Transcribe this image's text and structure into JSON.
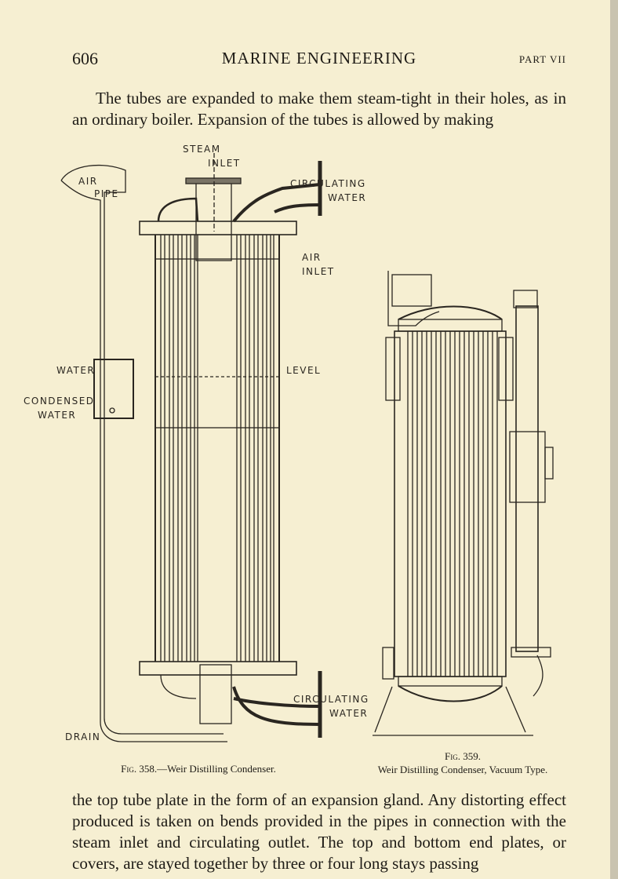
{
  "header": {
    "page_number": "606",
    "running_title": "MARINE ENGINEERING",
    "part": "PART VII"
  },
  "body": {
    "para_top": "The tubes are expanded to make them steam-tight in their holes, as in an ordinary boiler. Expansion of the tubes is allowed by making",
    "para_bottom": "the top tube plate in the form of an expansion gland. Any distorting effect produced is taken on bends provided in the pipes in connection with the steam inlet and circulating outlet. The top and bottom end plates, or covers, are stayed together by three or four long stays passing"
  },
  "figure358": {
    "labels": {
      "steam": "STEAM",
      "inlet": "INLET",
      "air": "AIR",
      "pipe": "PIPE",
      "circulating_top": "CIRCULATING",
      "water_top": "WATER",
      "air_inlet_1": "AIR",
      "air_inlet_2": "INLET",
      "water_level_1": "WATER",
      "water_level_2": "LEVEL",
      "condensed_1": "CONDENSED",
      "condensed_2": "WATER",
      "circulating_bottom": "CIRCULATING",
      "water_bottom": "WATER",
      "drain": "DRAIN"
    },
    "caption_prefix": "Fig. 358.",
    "caption_text": "—Weir Distilling Condenser."
  },
  "figure359": {
    "caption_line1": "Fig. 359.",
    "caption_line2": "Weir Distilling Condenser, Vacuum Type."
  }
}
